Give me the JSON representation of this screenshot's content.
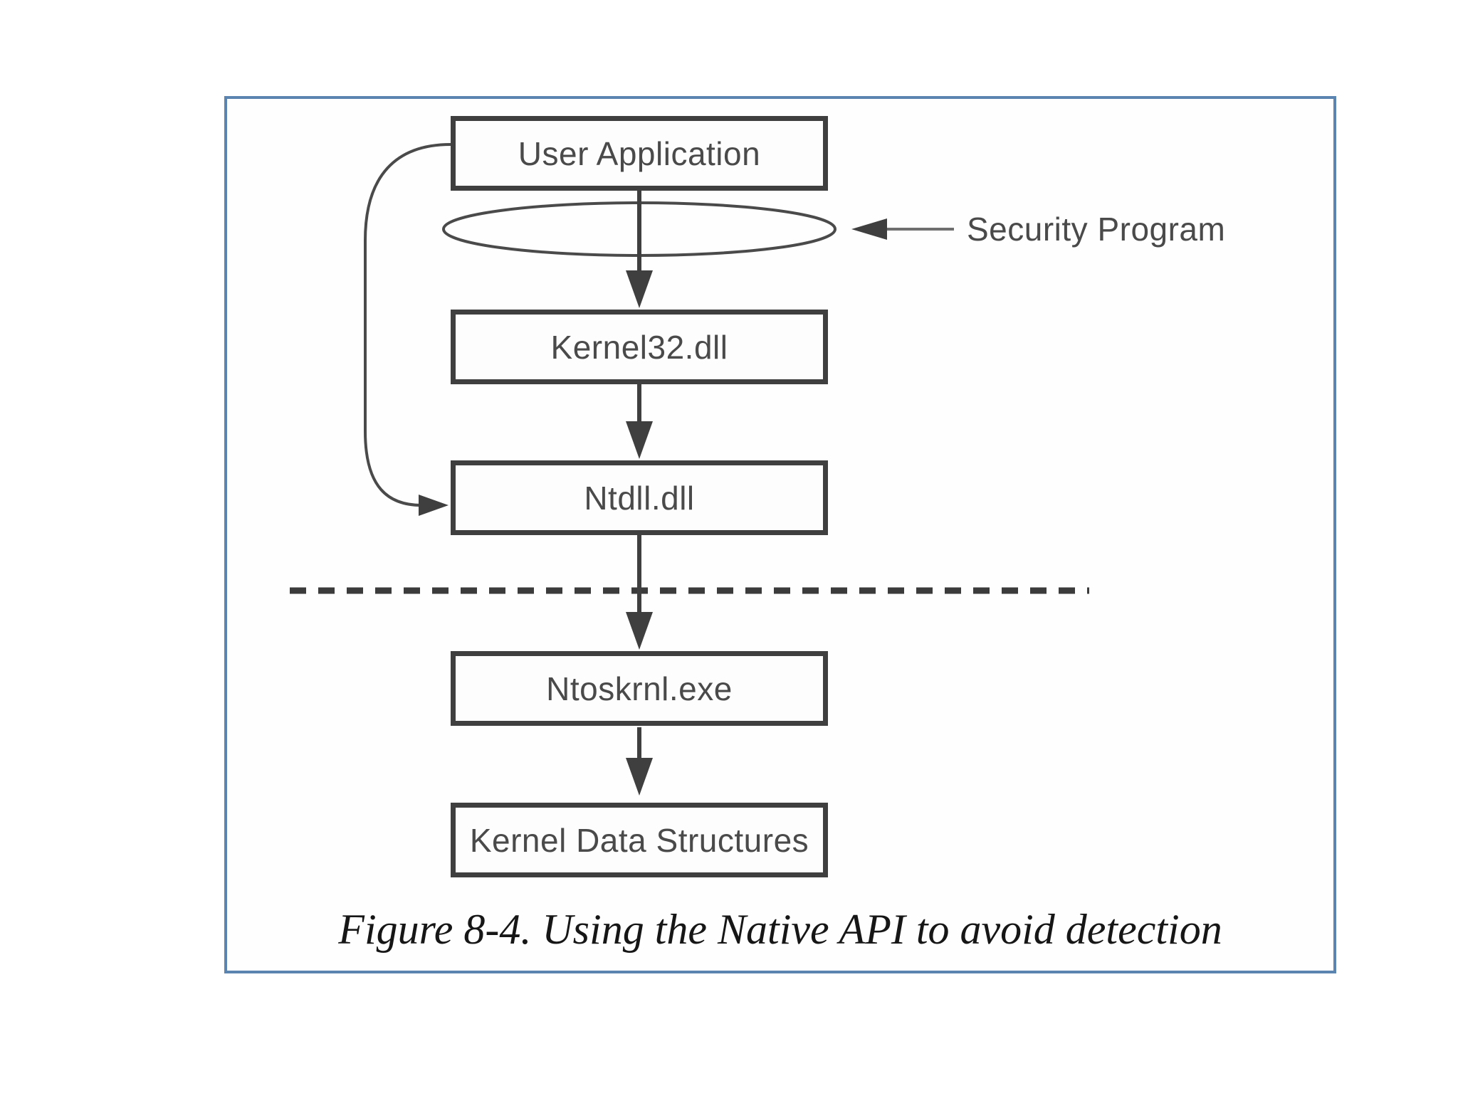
{
  "figure": {
    "caption": "Figure 8-4. Using the Native API to avoid detection",
    "nodes": [
      {
        "id": "user-application",
        "label": "User Application"
      },
      {
        "id": "kernel32-dll",
        "label": "Kernel32.dll"
      },
      {
        "id": "ntdll-dll",
        "label": "Ntdll.dll"
      },
      {
        "id": "ntoskrnl-exe",
        "label": "Ntoskrnl.exe"
      },
      {
        "id": "kernel-data-structures",
        "label": "Kernel Data Structures"
      }
    ],
    "annotation": {
      "label": "Security Program"
    },
    "edges": [
      {
        "from": "user-application",
        "to": "kernel32-dll",
        "type": "arrow"
      },
      {
        "from": "kernel32-dll",
        "to": "ntdll-dll",
        "type": "arrow"
      },
      {
        "from": "ntdll-dll",
        "to": "ntoskrnl-exe",
        "type": "arrow-crossing-user-kernel-boundary"
      },
      {
        "from": "ntoskrnl-exe",
        "to": "kernel-data-structures",
        "type": "arrow"
      },
      {
        "from": "user-application",
        "to": "ntdll-dll",
        "type": "bypass-curve-arrow"
      },
      {
        "from": "security-program-label",
        "to": "interception-ellipse",
        "type": "pointer-arrow"
      }
    ],
    "boundary": {
      "style": "dashed-horizontal-line"
    },
    "colors": {
      "frame_border": "#5b84b1",
      "stroke": "#3f3f3f",
      "label_text": "#4a4a4a",
      "caption_text": "#161616",
      "background": "#ffffff"
    }
  }
}
